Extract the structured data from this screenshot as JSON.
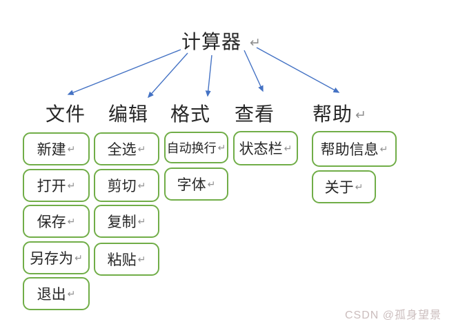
{
  "title": {
    "text": "计算器"
  },
  "marks": {
    "paragraph_return": "↵"
  },
  "menus": [
    {
      "key": "file",
      "label": "文件",
      "items": [
        {
          "key": "new",
          "label": "新建"
        },
        {
          "key": "open",
          "label": "打开"
        },
        {
          "key": "save",
          "label": "保存"
        },
        {
          "key": "save-as",
          "label": "另存为"
        },
        {
          "key": "exit",
          "label": "退出"
        }
      ]
    },
    {
      "key": "edit",
      "label": "编辑",
      "items": [
        {
          "key": "select-all",
          "label": "全选"
        },
        {
          "key": "cut",
          "label": "剪切"
        },
        {
          "key": "copy",
          "label": "复制"
        },
        {
          "key": "paste",
          "label": "粘贴"
        }
      ]
    },
    {
      "key": "format",
      "label": "格式",
      "items": [
        {
          "key": "word-wrap",
          "label": "自动换行"
        },
        {
          "key": "font",
          "label": "字体"
        }
      ]
    },
    {
      "key": "view",
      "label": "查看",
      "items": [
        {
          "key": "status-bar",
          "label": "状态栏"
        }
      ]
    },
    {
      "key": "help",
      "label": "帮助",
      "has_return_mark": true,
      "items": [
        {
          "key": "help-info",
          "label": "帮助信息"
        },
        {
          "key": "about",
          "label": "关于"
        }
      ]
    }
  ],
  "colors": {
    "arrow": "#4472C4",
    "box_border": "#70AD47",
    "text": "#262626",
    "return_mark": "#8f8f8f",
    "watermark": "#cbbdbd"
  },
  "watermark": {
    "text": "CSDN @孤身望景"
  }
}
